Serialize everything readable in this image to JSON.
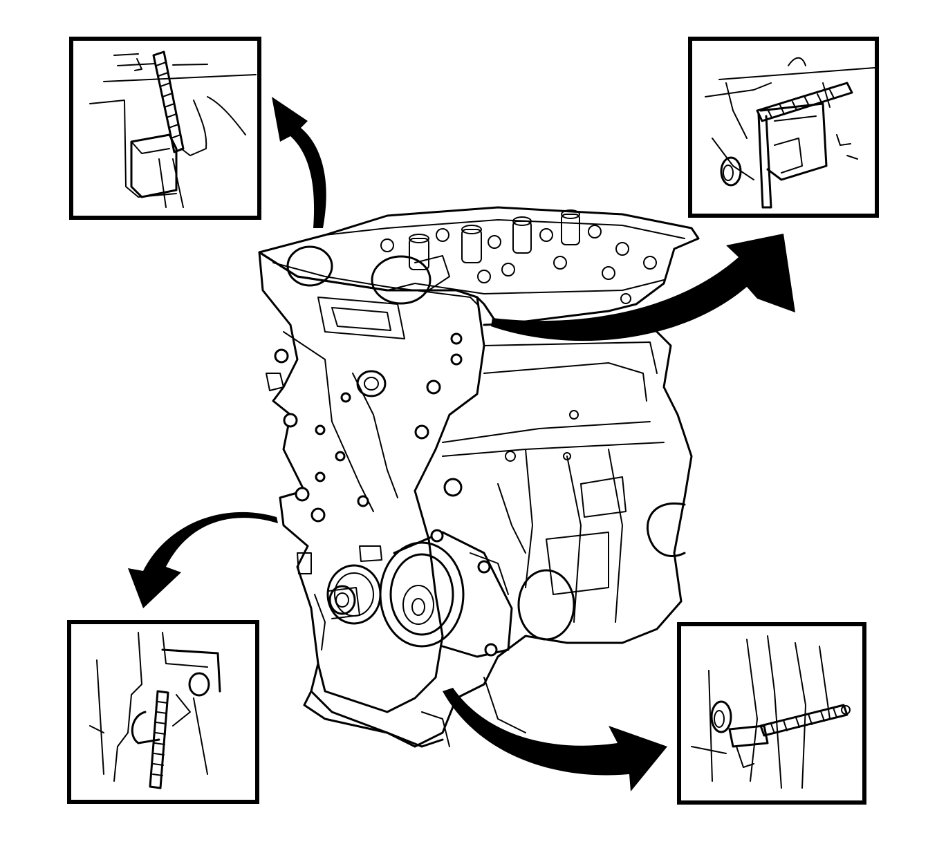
{
  "diagram": {
    "subject": "engine-block-sealant-application",
    "ink_color": "#000000",
    "paper_color": "#ffffff",
    "detail_insets": [
      {
        "id": "top-left",
        "shows": "sealant-bead-on-cylinder-head-joint"
      },
      {
        "id": "top-right",
        "shows": "sealant-bead-on-head-rear-corner"
      },
      {
        "id": "bottom-left",
        "shows": "sealant-bead-on-block-front-corner"
      },
      {
        "id": "bottom-right",
        "shows": "sealant-bead-on-block-rear-corner"
      }
    ]
  }
}
